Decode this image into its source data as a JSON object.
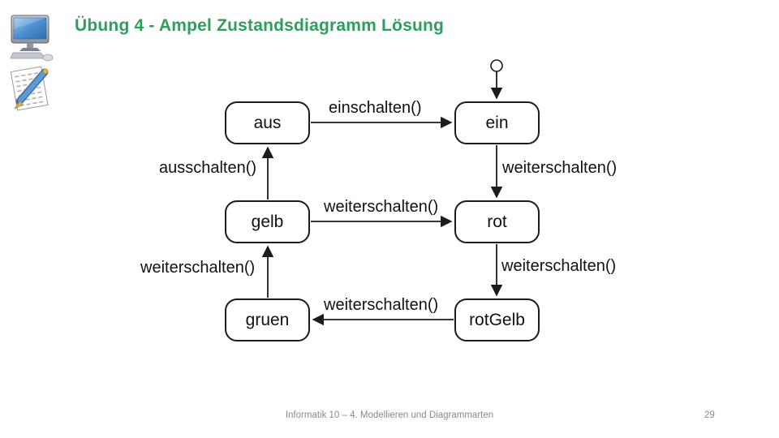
{
  "slide": {
    "title": "Übung 4 - Ampel Zustandsdiagramm Lösung",
    "footer": "Informatik 10 – 4. Modellieren und Diagrammarten",
    "page_number": "29"
  },
  "colors": {
    "title_green": "#2aa05c",
    "footer_gray": "#8a8a8a",
    "diagram_stroke": "#1c1c1c",
    "background": "#ffffff",
    "pen_blue": "#5b9bd5",
    "screen_blue": "#4a8fd0"
  },
  "icons": [
    {
      "name": "computer-icon"
    },
    {
      "name": "notepad-pen-icon"
    }
  ],
  "diagram": {
    "type": "uml-state-diagram",
    "initial": {
      "marker": "open-circle",
      "target": "ein"
    },
    "states": [
      {
        "id": "aus",
        "label": "aus"
      },
      {
        "id": "ein",
        "label": "ein"
      },
      {
        "id": "gelb",
        "label": "gelb"
      },
      {
        "id": "rot",
        "label": "rot"
      },
      {
        "id": "gruen",
        "label": "gruen"
      },
      {
        "id": "rotGelb",
        "label": "rotGelb"
      }
    ],
    "transitions": [
      {
        "from": "initial",
        "to": "ein",
        "label": ""
      },
      {
        "from": "aus",
        "to": "ein",
        "label": "einschalten()"
      },
      {
        "from": "ein",
        "to": "rot",
        "label": "weiterschalten()"
      },
      {
        "from": "gelb",
        "to": "aus",
        "label": "ausschalten()"
      },
      {
        "from": "gelb",
        "to": "rot",
        "label": "weiterschalten()"
      },
      {
        "from": "rot",
        "to": "rotGelb",
        "label": "weiterschalten()"
      },
      {
        "from": "rotGelb",
        "to": "gruen",
        "label": "weiterschalten()"
      },
      {
        "from": "gruen",
        "to": "gelb",
        "label": "weiterschalten()"
      }
    ]
  }
}
